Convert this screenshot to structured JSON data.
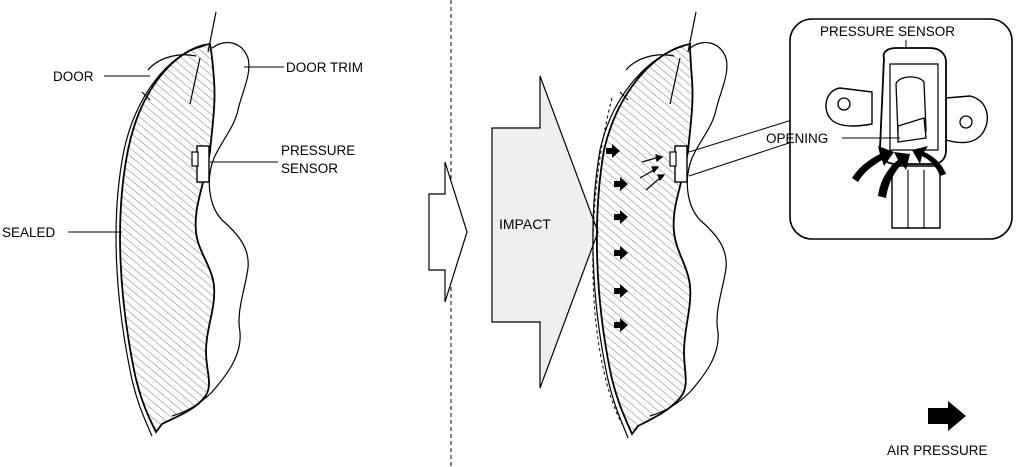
{
  "labels": {
    "door": "DOOR",
    "door_trim": "DOOR TRIM",
    "pressure_sensor_line1": "PRESSURE",
    "pressure_sensor_line2": "SENSOR",
    "sealed": "SEALED",
    "impact": "IMPACT",
    "inset_title": "PRESSURE SENSOR",
    "opening": "OPENING",
    "legend": "AIR PRESSURE"
  },
  "colors": {
    "ink": "#000000",
    "impact_fill": "#efefef",
    "hatch": "#555555"
  }
}
